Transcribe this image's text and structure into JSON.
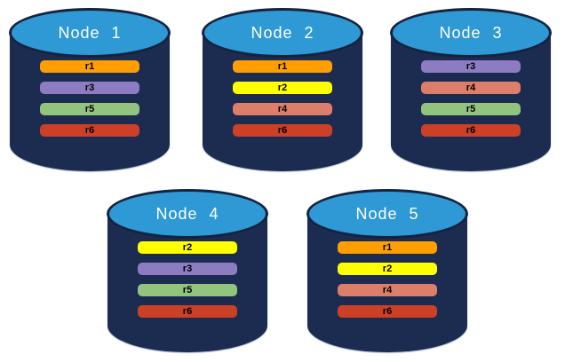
{
  "diagram": {
    "title": "database-nodes-replica-placement"
  },
  "colors": {
    "background": "#ffffff",
    "cylinder_body": "#1c2b50",
    "cylinder_top": "#2e99d4",
    "cylinder_outline": "#15233f",
    "node_label_text": "#ffffff",
    "replica_label_text": "#000000",
    "replicas": {
      "r1": "#ff9e00",
      "r2": "#ffff00",
      "r3": "#8e7cc3",
      "r4": "#dd7e6b",
      "r5": "#93c47d",
      "r6": "#cc4125"
    }
  },
  "nodes": [
    {
      "label": "Node 1",
      "replicas": [
        "r1",
        "r3",
        "r5",
        "r6"
      ]
    },
    {
      "label": "Node 2",
      "replicas": [
        "r1",
        "r2",
        "r4",
        "r6"
      ]
    },
    {
      "label": "Node 3",
      "replicas": [
        "r3",
        "r4",
        "r5",
        "r6"
      ]
    },
    {
      "label": "Node 4",
      "replicas": [
        "r2",
        "r3",
        "r5",
        "r6"
      ]
    },
    {
      "label": "Node 5",
      "replicas": [
        "r1",
        "r2",
        "r4",
        "r6"
      ]
    }
  ]
}
